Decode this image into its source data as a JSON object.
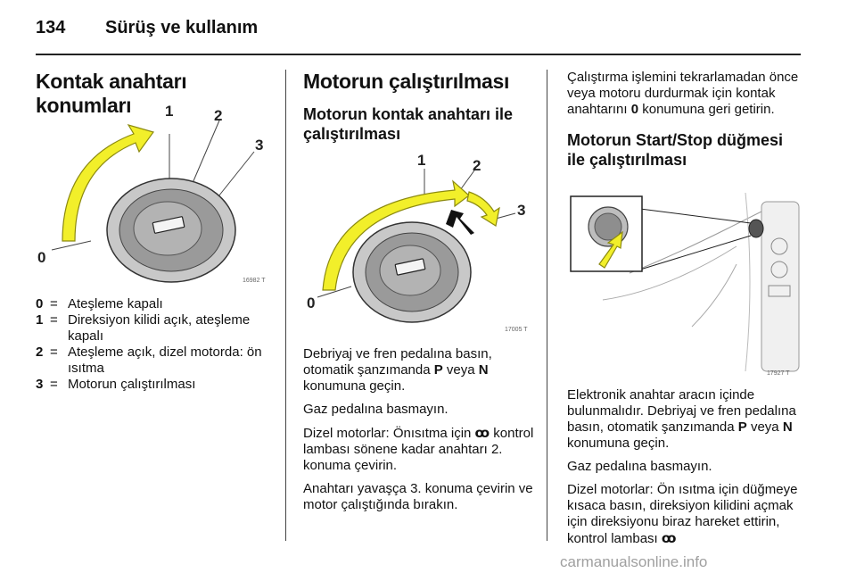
{
  "header": {
    "page_number": "134",
    "section": "Sürüş ve kullanım"
  },
  "col1": {
    "heading": "Kontak anahtarı konumları",
    "figure": {
      "ref": "16982 T",
      "labels": [
        "0",
        "1",
        "2",
        "3"
      ]
    },
    "legend": [
      {
        "key": "0",
        "eq": "=",
        "text": "Ateşleme kapalı"
      },
      {
        "key": "1",
        "eq": "=",
        "text": "Direksiyon kilidi açık, ateşleme kapalı"
      },
      {
        "key": "2",
        "eq": "=",
        "text": "Ateşleme açık, dizel motorda: ön ısıtma"
      },
      {
        "key": "3",
        "eq": "=",
        "text": "Motorun çalıştırılması"
      }
    ]
  },
  "col2": {
    "heading": "Motorun çalıştırılması",
    "subheading": "Motorun kontak anahtarı ile çalıştırılması",
    "figure": {
      "ref": "17005 T",
      "labels": [
        "0",
        "1",
        "2",
        "3"
      ]
    },
    "p1": {
      "a": "Debriyaj ve fren pedalına basın, otomatik şanzımanda ",
      "b1": "P",
      "c": " veya ",
      "b2": "N",
      "d": " konumuna geçin."
    },
    "p2": "Gaz pedalına basmayın.",
    "p3": {
      "a": "Dizel motorlar: Önısıtma için ",
      "icon": "ꝏ",
      "b": " kontrol lambası sönene kadar anahtarı 2. konuma çevirin."
    },
    "p4": "Anahtarı yavaşça 3. konuma çevirin ve motor çalıştığında bırakın."
  },
  "col3": {
    "p1": {
      "a": "Çalıştırma işlemini tekrarlamadan önce veya motoru durdurmak için kontak anahtarını ",
      "b": "0",
      "c": " konumuna geri getirin."
    },
    "subheading": "Motorun Start/Stop düğmesi ile çalıştırılması",
    "figure": {
      "ref": "17927 T"
    },
    "p2": "Elektronik anahtar aracın içinde bulunmalıdır. Debriyaj ve fren pedalına basın, otomatik şanzımanda ",
    "p2_b1": "P",
    "p2_mid": " veya ",
    "p2_b2": "N",
    "p2_end": " konumuna geçin.",
    "p3": "Gaz pedalına basmayın.",
    "p4": {
      "a": "Dizel motorlar: Ön ısıtma için düğmeye kısaca basın, direksiyon kilidini açmak için direksiyonu biraz hareket ettirin, kontrol lambası ",
      "icon": "ꝏ"
    }
  },
  "footer": {
    "watermark": "carmanualsonline.info"
  },
  "colors": {
    "arrow": "#f2ef2a",
    "arrow_outline": "#8c8a10",
    "ring": "#9a9a9a"
  },
  "icons": {
    "glow_plug": "glow-plug-icon"
  }
}
